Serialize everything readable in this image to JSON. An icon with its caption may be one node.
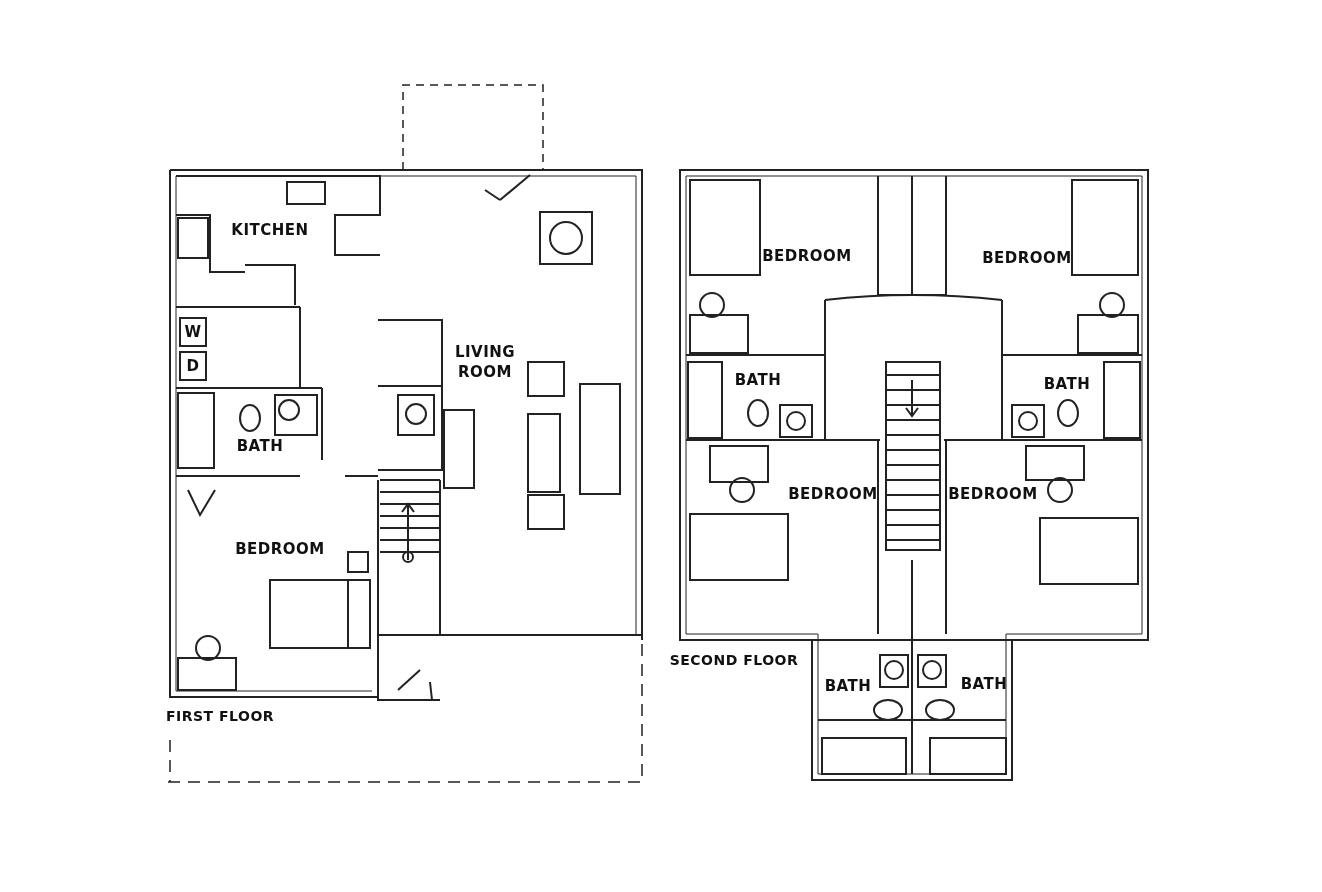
{
  "diagram": {
    "labels": [
      "KITCHEN",
      "W",
      "D",
      "LIVING ROOM",
      "BATH",
      "BEDROOM",
      "FIRST FLOOR",
      "BEDROOM",
      "BEDROOM",
      "BATH",
      "BATH",
      "BEDROOM",
      "BEDROOM",
      "SECOND FLOOR",
      "BATH",
      "BATH"
    ]
  }
}
